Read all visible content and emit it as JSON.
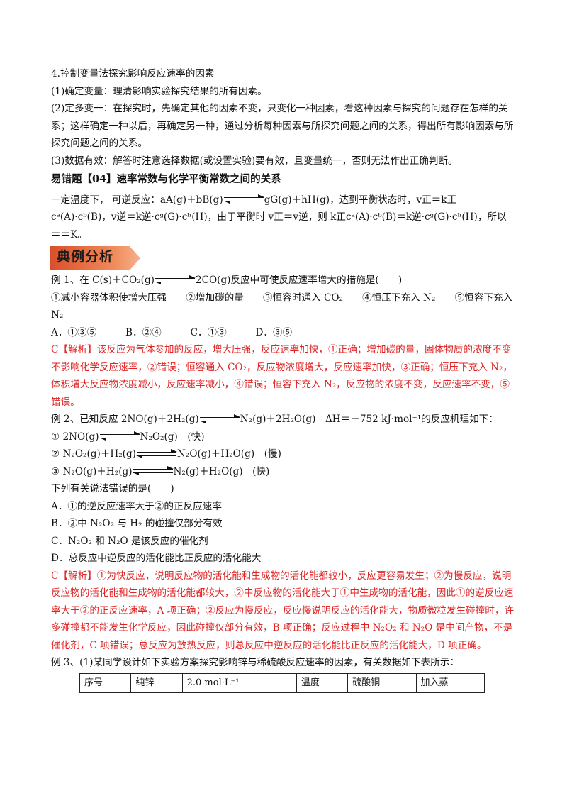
{
  "s4": {
    "title": "4.控制变量法探究影响反应速率的因素",
    "p1": "(1)确定变量：理清影响实验探究结果的所有因素。",
    "p2": "(2)定多变一：在探究时，先确定其他的因素不变，只变化一种因素，看这种因素与探究的问题存在怎样的关系；这样确定一种以后，再确定另一种，通过分析每种因素与所探究问题之间的关系，得出所有影响因素与所探究问题之间的关系。",
    "p3": "(3)数据有效：解答时注意选择数据(或设置实验)要有效，且变量统一，否则无法作出正确判断。"
  },
  "err04": {
    "title": "易错题【04】速率常数与化学平衡常数之间的关系",
    "text_a": "一定温度下， 可逆反应：aA(g)＋bB(g)",
    "text_b": "gG(g)＋hH(g)，达到平衡状态时，v正＝k正 cᵃ(A)·cᵇ(B)，v逆＝k逆·cᵍ(G)·cʰ(H)，由于平衡时 v正＝v逆，则 k正cᵃ(A)·cᵇ(B)＝k逆·cᵍ(G)·cʰ(H)，所以＝＝K。"
  },
  "banner": {
    "label": "典例分析"
  },
  "ex1": {
    "q_a": "例 1、在 C(s)＋CO₂(g)",
    "q_b": "2CO(g)反应中可使反应速率增大的措施是(　　)",
    "choices": "①减小容器体积使增大压强　　②增加碳的量　　③恒容时通入 CO₂　　④恒压下充入 N₂　　⑤恒容下充入 N₂",
    "options": "A．①③⑤　　　B．②④　　　C．①③　　　D．③⑤",
    "answer": "C【解析】该反应为气体参加的反应，增大压强，反应速率加快，①正确；增加碳的量，固体物质的浓度不变不影响化学反应速率，②错误；恒容通入 CO₂，反应物浓度增大，反应速率加快，③正确；恒压下充入 N₂，体积增大反应物浓度减小，反应速率减小，④错误；恒容下充入 N₂，反应物的浓度不变，反应速率不变，⑤错误。"
  },
  "ex2": {
    "q_a": "例 2、已知反应 2NO(g)＋2H₂(g)",
    "q_b": "N₂(g)＋2H₂O(g)　ΔH＝－752 kJ·mol⁻¹的反应机理如下：",
    "m1_a": "① 2NO(g)",
    "m1_b": "N₂O₂(g)　(快)",
    "m2_a": "② N₂O₂(g)＋H₂(g)",
    "m2_b": "N₂O(g)＋H₂O(g)　(慢)",
    "m3_a": "③ N₂O(g)＋H₂(g)",
    "m3_b": "N₂(g)＋H₂O(g)　(快)",
    "ask": "下列有关说法错误的是(　　)",
    "optA": "A．①的逆反应速率大于②的正反应速率",
    "optB": "B．②中 N₂O₂ 与 H₂ 的碰撞仅部分有效",
    "optC": "C．N₂O₂ 和 N₂O 是该反应的催化剂",
    "optD": "D．总反应中逆反应的活化能比正反应的活化能大",
    "answer": "C【解析】①为快反应，说明反应物的活化能和生成物的活化能都较小，反应更容易发生；②为慢反应，说明反应物的活化能和生成物的活化能都较大，②中反应物的活化能大于①中生成物的活化能，因此①的逆反应速率大于②的正反应速率，A 项正确；②反应为慢反应，反应慢说明反应的活化能大，物质微粒发生碰撞时，许多碰撞都不能发生化学反应，因此碰撞仅部分有效，B 项正确；反应过程中 N₂O₂ 和 N₂O 是中间产物，不是催化剂，C 项错误；总反应为放热反应，则总反应中逆反应的活化能比正反应的活化能大，D 项正确。"
  },
  "ex3": {
    "q": "例 3、(1)某同学设计如下实验方案探究影响锌与稀硫酸反应速率的因素，有关数据如下表所示：",
    "table_headers": [
      "序号",
      "纯锌",
      "2.0 mol·L⁻¹",
      "温度",
      "硫酸铜",
      "加入蒸"
    ]
  }
}
